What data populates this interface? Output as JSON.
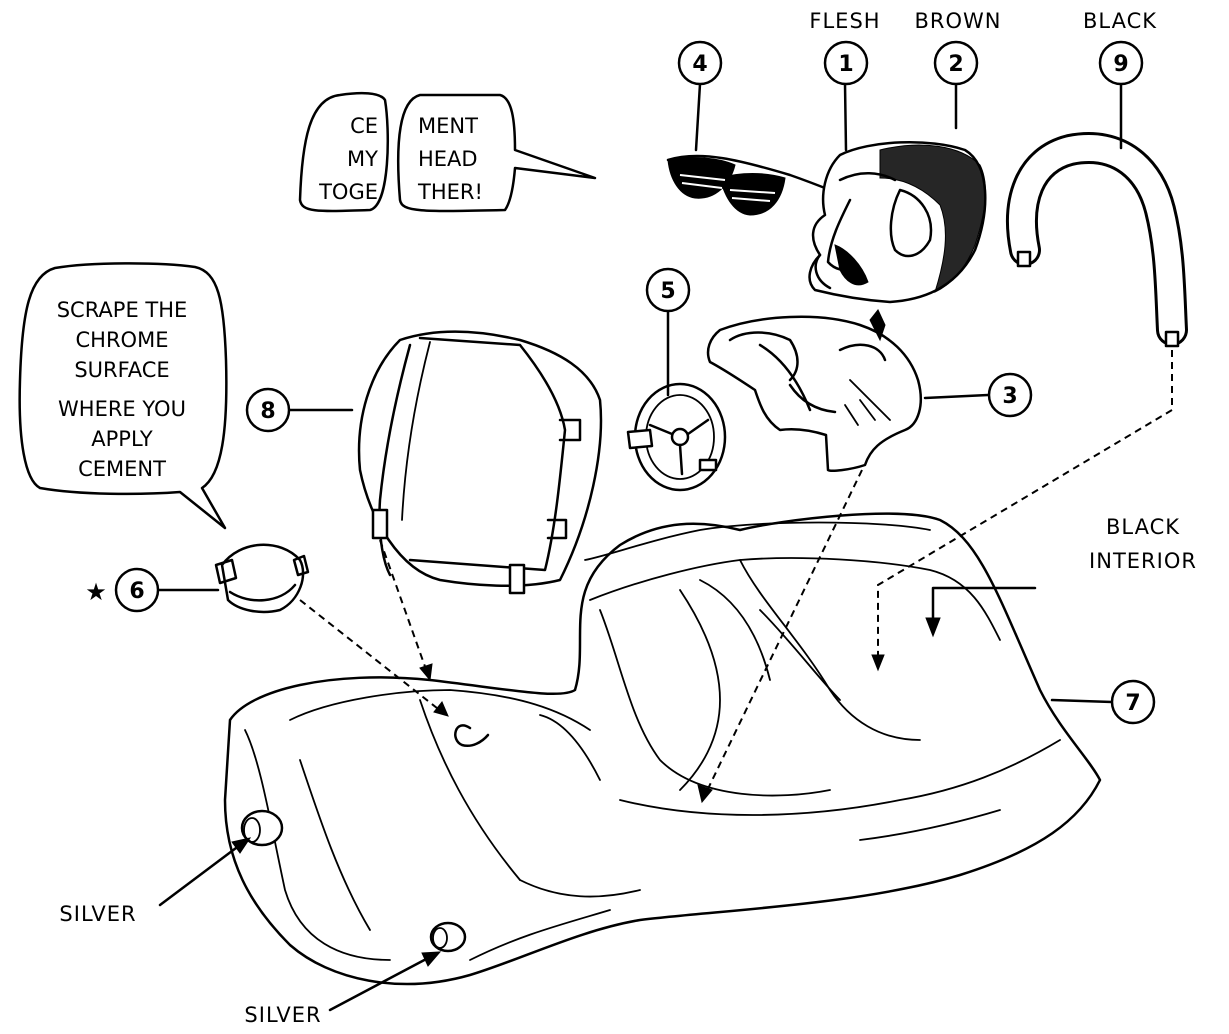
{
  "callouts": {
    "c1": "1",
    "c2": "2",
    "c3": "3",
    "c4": "4",
    "c5": "5",
    "c6": "6",
    "c7": "7",
    "c8": "8",
    "c9": "9",
    "star": "★"
  },
  "color_labels": {
    "flesh": "FLESH",
    "brown": "BROWN",
    "black_top": "BLACK",
    "black_interior_line1": "BLACK",
    "black_interior_line2": "INTERIOR",
    "silver_left": "SILVER",
    "silver_bottom": "SILVER"
  },
  "speech_cement": {
    "left_lines": [
      "CE",
      "MY",
      "TOGE"
    ],
    "right_lines": [
      "MENT",
      "HEAD",
      "THER!"
    ]
  },
  "speech_scrape": {
    "lines": [
      "SCRAPE THE",
      "CHROME",
      "SURFACE",
      "WHERE YOU",
      "APPLY",
      "CEMENT"
    ]
  }
}
